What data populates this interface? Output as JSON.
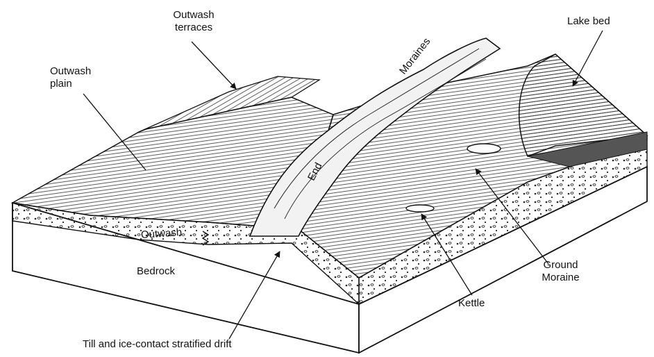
{
  "labels": {
    "outwash_terraces": [
      "Outwash",
      "terraces"
    ],
    "lake_bed": "Lake bed",
    "outwash_plain": [
      "Outwash",
      "plain"
    ],
    "moraines": "Moraines",
    "end": "End",
    "outwash": "Outwash",
    "bedrock": "Bedrock",
    "ground_moraine": [
      "Ground",
      "Moraine"
    ],
    "kettle": "Kettle",
    "till": "Till and ice-contact stratified drift"
  }
}
